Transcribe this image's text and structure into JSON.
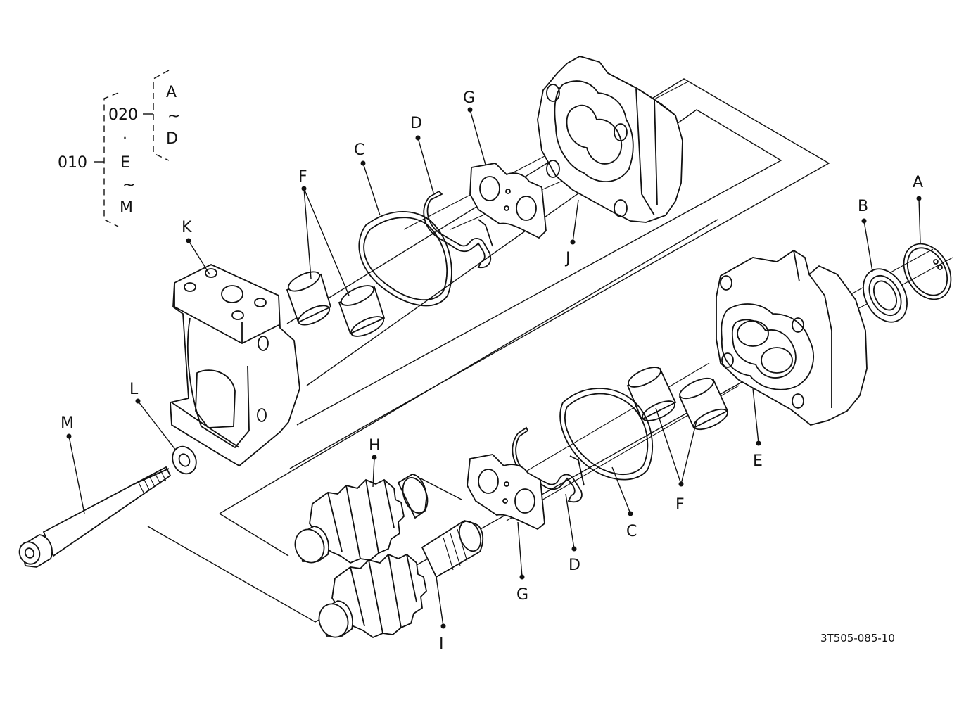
{
  "hierarchy": {
    "top_code": "010",
    "sub_code": "020",
    "sub_range_start": "A",
    "sub_range_tilde": "~",
    "sub_range_end": "D",
    "separator_dot": "·",
    "top_range_start": "E",
    "top_range_tilde": "~",
    "top_range_end": "M"
  },
  "callouts": {
    "A": "A",
    "B": "B",
    "C_upper": "C",
    "C_lower": "C",
    "D_upper": "D",
    "D_lower": "D",
    "E": "E",
    "F_upper": "F",
    "F_lower": "F",
    "G_upper": "G",
    "G_lower": "G",
    "H": "H",
    "I": "I",
    "J": "J",
    "K": "K",
    "L": "L",
    "M": "M"
  },
  "drawing_ref": "3T505-085-10"
}
